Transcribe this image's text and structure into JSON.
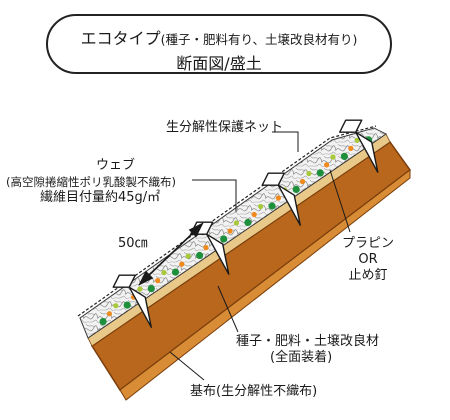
{
  "title": {
    "line1_main": "エコタイプ",
    "line1_sub": "(種子・肥料有り、土壌改良材有り)",
    "line2": "断面図/盛土"
  },
  "labels": {
    "net": "生分解性保護ネット",
    "web_name": "ウェブ",
    "web_material": "(高空隙捲縮性ポリ乳酸製不織布)",
    "web_weight": "繊維目付量約45g/㎡",
    "spacing": "50㎝",
    "pin_1": "プラピン",
    "pin_2": "OR",
    "pin_3": "止め釘",
    "seed_1": "種子・肥料・土壌改良材",
    "seed_2": "(全面装着)",
    "base": "基布(生分解性不織布)"
  },
  "colors": {
    "soil": "#b8671d",
    "soil_edge": "#7a3e0c",
    "soil_light": "#d88c36",
    "base_fabric": "#e9c98a",
    "web_fill": "#f2f2f2",
    "seed_green": "#1e8f3a",
    "seed_orange": "#f08a1c",
    "seed_lime": "#a8c93a",
    "line": "#1a1a1a"
  }
}
